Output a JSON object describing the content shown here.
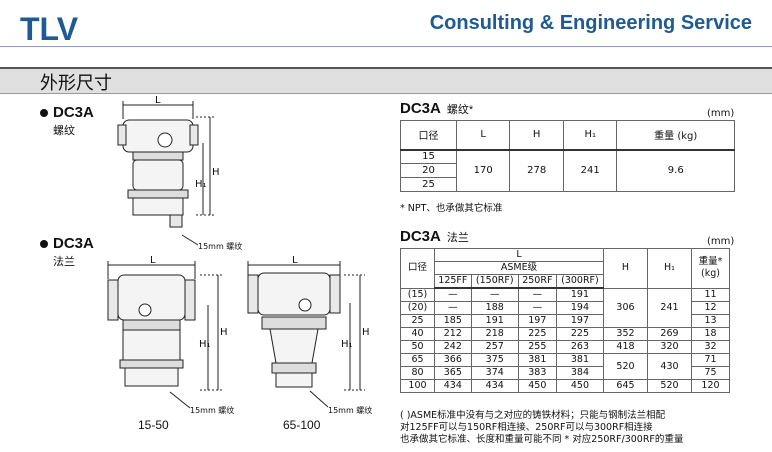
{
  "header": {
    "logo_text": "TLV",
    "title": "Consulting & Engineering Service"
  },
  "section_title": "外形尺寸",
  "drawings": {
    "screwed": {
      "model": "DC3A",
      "connection": "螺纹",
      "dim_L": "L",
      "dim_H": "H",
      "dim_H1": "H₁",
      "callout": "15mm 螺纹"
    },
    "flanged": {
      "model": "DC3A",
      "connection": "法兰",
      "dim_L": "L",
      "dim_H": "H",
      "dim_H1": "H₁",
      "callout_a": "15mm 螺纹",
      "callout_b": "15mm 螺纹",
      "caption_a": "15-50",
      "caption_b": "65-100"
    }
  },
  "table_screwed": {
    "model": "DC3A",
    "connection": "螺纹*",
    "unit": "(mm)",
    "headers": [
      "口径",
      "L",
      "H",
      "H₁",
      "重量 (kg)"
    ],
    "sizes": [
      "15",
      "20",
      "25"
    ],
    "L": "170",
    "H": "278",
    "H1": "241",
    "weight": "9.6",
    "note": "* NPT、也承做其它标准"
  },
  "table_flanged": {
    "model": "DC3A",
    "connection": "法兰",
    "unit": "(mm)",
    "h_size": "口径",
    "h_L": "L",
    "h_asme": "ASME级",
    "h_cols": [
      "125FF",
      "(150RF)",
      "250RF",
      "(300RF)"
    ],
    "h_H": "H",
    "h_H1": "H₁",
    "h_weight": "重量*\n(kg)",
    "rows": [
      {
        "size": "(15)",
        "l": [
          "—",
          "—",
          "—",
          "191"
        ],
        "weight": "11"
      },
      {
        "size": "(20)",
        "l": [
          "—",
          "188",
          "—",
          "194"
        ],
        "weight": "12"
      },
      {
        "size": "25",
        "l": [
          "185",
          "191",
          "197",
          "197"
        ],
        "weight": "13"
      },
      {
        "size": "40",
        "l": [
          "212",
          "218",
          "225",
          "225"
        ],
        "weight": "18"
      },
      {
        "size": "50",
        "l": [
          "242",
          "257",
          "255",
          "263"
        ],
        "weight": "32"
      },
      {
        "size": "65",
        "l": [
          "366",
          "375",
          "381",
          "381"
        ],
        "weight": "71"
      },
      {
        "size": "80",
        "l": [
          "365",
          "374",
          "383",
          "384"
        ],
        "weight": "75"
      },
      {
        "size": "100",
        "l": [
          "434",
          "434",
          "450",
          "450"
        ],
        "weight": "120"
      }
    ],
    "hgroups": [
      {
        "H": "306",
        "H1": "241"
      },
      {
        "H": "352",
        "H1": "269"
      },
      {
        "H": "418",
        "H1": "320"
      },
      {
        "H": "520",
        "H1": "430"
      },
      {
        "H": "645",
        "H1": "520"
      }
    ],
    "notes": [
      "( )ASME标准中没有与之对应的铸铁材料；只能与钢制法兰相配",
      "对125FF可以与150RF相连接、250RF可以与300RF相连接",
      "也承做其它标准、长度和重量可能不同  * 对应250RF/300RF的重量"
    ]
  }
}
